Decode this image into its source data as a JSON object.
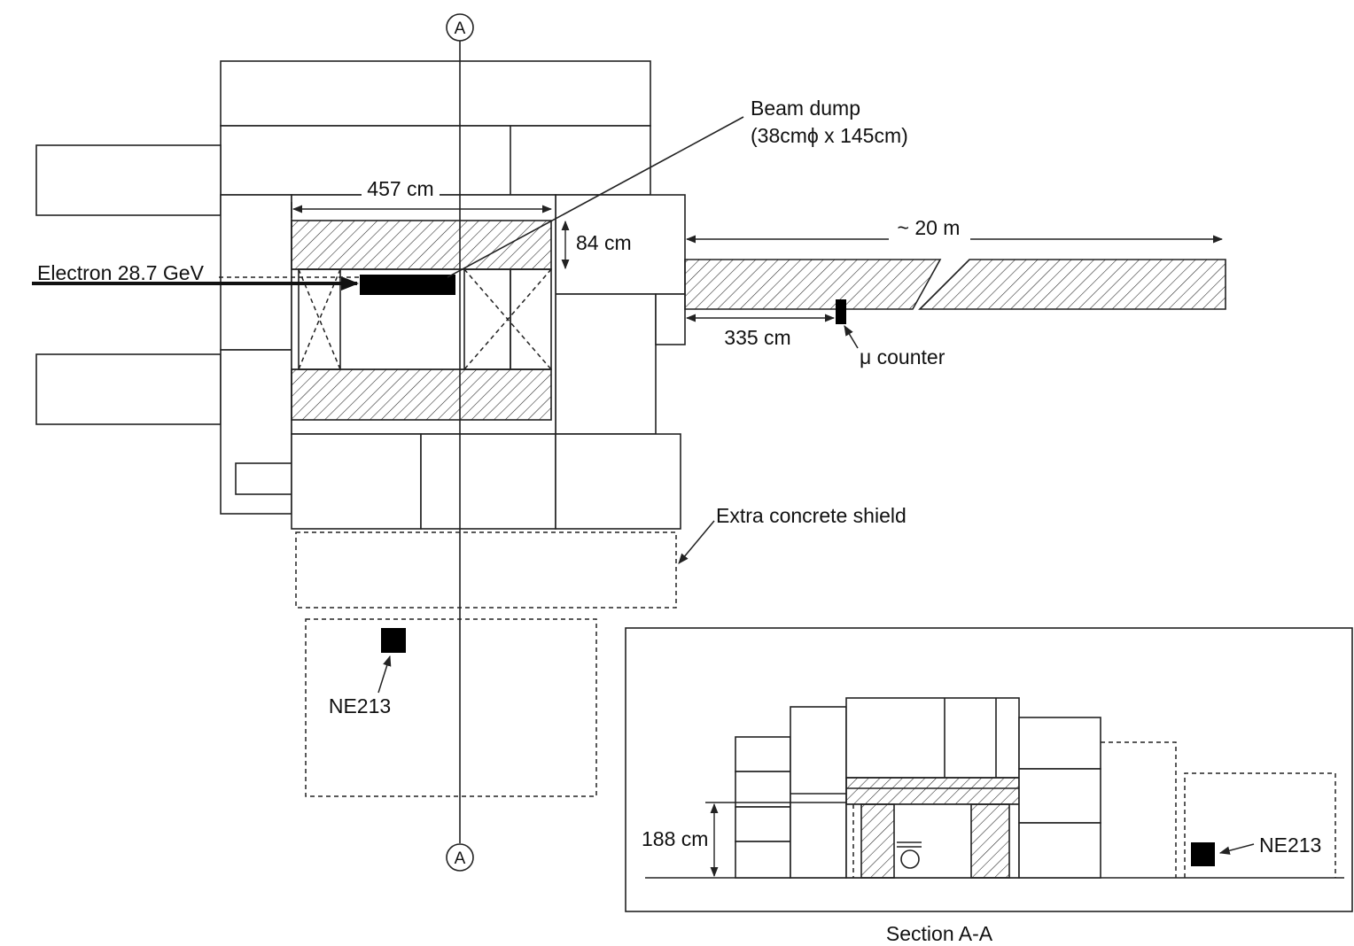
{
  "labels": {
    "beam_dump": "Beam dump",
    "beam_dump_size": "(38cmϕ x 145cm)",
    "width_457": "457 cm",
    "height_84": "84 cm",
    "distance_20m": "~ 20 m",
    "electron": "Electron 28.7 GeV",
    "distance_335": "335 cm",
    "mu_counter": "μ counter",
    "extra_shield": "Extra concrete shield",
    "ne213_main": "NE213",
    "section_marker_top": "A",
    "section_marker_bottom": "A",
    "height_188": "188 cm",
    "ne213_section": "NE213",
    "section_title": "Section A-A"
  }
}
